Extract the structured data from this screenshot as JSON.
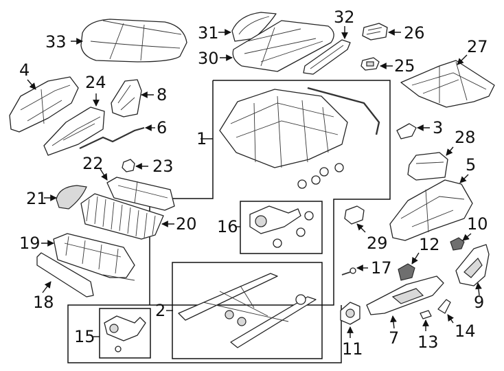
{
  "callouts": {
    "c1": "1",
    "c2": "2",
    "c3": "3",
    "c4": "4",
    "c5": "5",
    "c6": "6",
    "c7": "7",
    "c8": "8",
    "c9": "9",
    "c10": "10",
    "c11": "11",
    "c12": "12",
    "c13": "13",
    "c14": "14",
    "c15": "15",
    "c16": "16",
    "c17": "17",
    "c18": "18",
    "c19": "19",
    "c20": "20",
    "c21": "21",
    "c22": "22",
    "c23": "23",
    "c24": "24",
    "c25": "25",
    "c26": "26",
    "c27": "27",
    "c28": "28",
    "c29": "29",
    "c30": "30",
    "c31": "31",
    "c32": "32",
    "c33": "33"
  },
  "colors": {
    "line": "#222222",
    "shade": "#d9d9d9",
    "dark": "#6f6f6f"
  }
}
